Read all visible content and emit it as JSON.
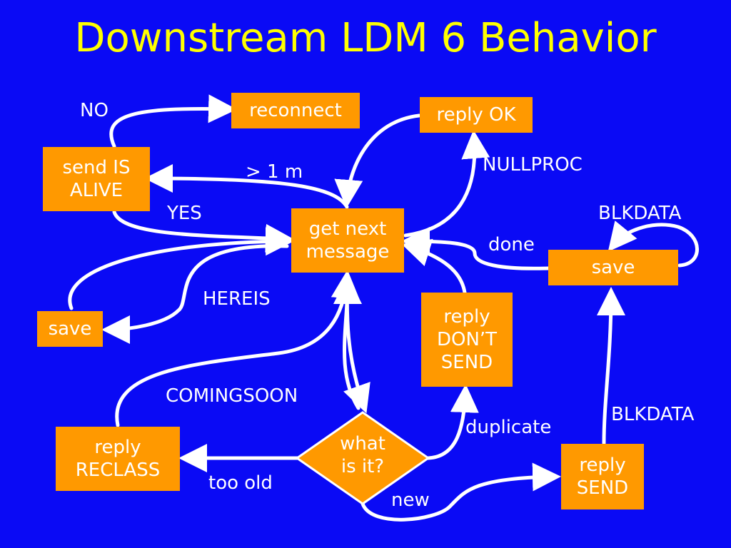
{
  "title": "Downstream LDM 6 Behavior",
  "colors": {
    "background": "#0a0af5",
    "title": "#ffff00",
    "box": "#ff9900",
    "text": "#ffffff",
    "arrows": "#ffffff"
  },
  "nodes": {
    "reconnect": [
      "reconnect"
    ],
    "reply_ok": [
      "reply OK"
    ],
    "send_is_alive": [
      "send IS",
      "ALIVE"
    ],
    "get_next_message": [
      "get next",
      "message"
    ],
    "save_left": [
      "save"
    ],
    "save_right": [
      "save"
    ],
    "reply_dont_send": [
      "reply",
      "DON’T",
      "SEND"
    ],
    "reply_reclass": [
      "reply",
      "RECLASS"
    ],
    "reply_send": [
      "reply",
      "SEND"
    ],
    "what_is_it": [
      "what",
      "is it?"
    ]
  },
  "edge_labels": {
    "no": "NO",
    "gt_1m": "> 1 m",
    "yes": "YES",
    "nullproc": "NULLPROC",
    "blkdata_top": "BLKDATA",
    "done": "done",
    "hereis": "HEREIS",
    "comingsoon": "COMINGSOON",
    "duplicate": "duplicate",
    "blkdata_bottom": "BLKDATA",
    "too_old": "too old",
    "new": "new"
  }
}
